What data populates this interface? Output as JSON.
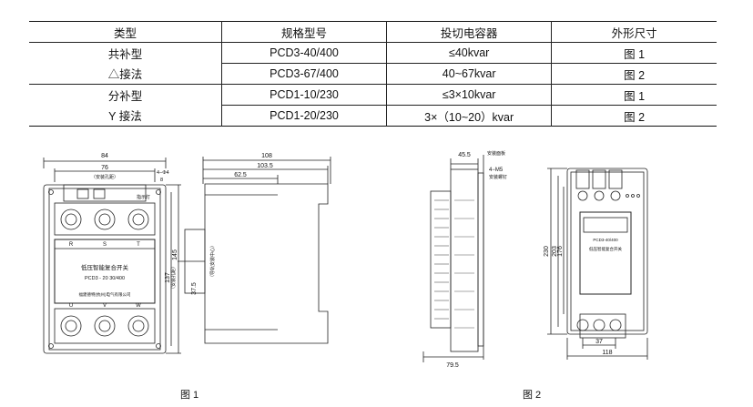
{
  "table": {
    "headers": [
      "类型",
      "规格型号",
      "投切电容器",
      "外形尺寸"
    ],
    "rows": [
      {
        "type": "共补型",
        "model": "PCD3-40/400",
        "capacitor": "≤40kvar",
        "shape": "图 1"
      },
      {
        "type": "△接法",
        "model": "PCD3-67/400",
        "capacitor": "40~67kvar",
        "shape": "图 2"
      },
      {
        "type": "分补型",
        "model": "PCD1-10/230",
        "capacitor": "≤3×10kvar",
        "shape": "图 1"
      },
      {
        "type": "Y 接法",
        "model": "PCD1-20/230",
        "capacitor": "3×（10~20）kvar",
        "shape": "图 2"
      }
    ]
  },
  "figure1": {
    "caption": "图 1",
    "front": {
      "dim_width": "84",
      "dim_mount_width": "76",
      "dim_mount_width_note": "（安装孔距）",
      "hole_label": "4−Φ4",
      "hole_size": "8",
      "indicator_label": "指示灯",
      "dim_mount_height": "137",
      "dim_mount_height_note": "（安装孔距）",
      "dim_height": "145",
      "top_terminals": [
        "R",
        "S",
        "T"
      ],
      "bottom_terminals": [
        "U",
        "V",
        "W"
      ],
      "product_name": "低压智能复合开关",
      "model_text": "PCD3 - 20    30/400",
      "company": "福建德特(杭州)电气有限公司"
    },
    "side": {
      "dim_depth": "108",
      "dim_depth_inner": "103.5",
      "dim_rail": "62.5",
      "dim_rail_offset": "37.5",
      "rail_note": "（导轨安装中心）"
    }
  },
  "figure2": {
    "caption": "图 2",
    "side": {
      "dim_top": "45.5",
      "plate_label": "安装面板",
      "screw_label": "4−M5",
      "screw_note": "安装螺钉",
      "dim_bottom": "79.5"
    },
    "front": {
      "dim_height": "230",
      "dim_mount_height": "203",
      "dim_inner_height": "176",
      "dim_terminal_pitch": "37",
      "dim_width": "118",
      "model_text": "PCD3-40/400",
      "product_name": "低压智能复合开关"
    }
  }
}
